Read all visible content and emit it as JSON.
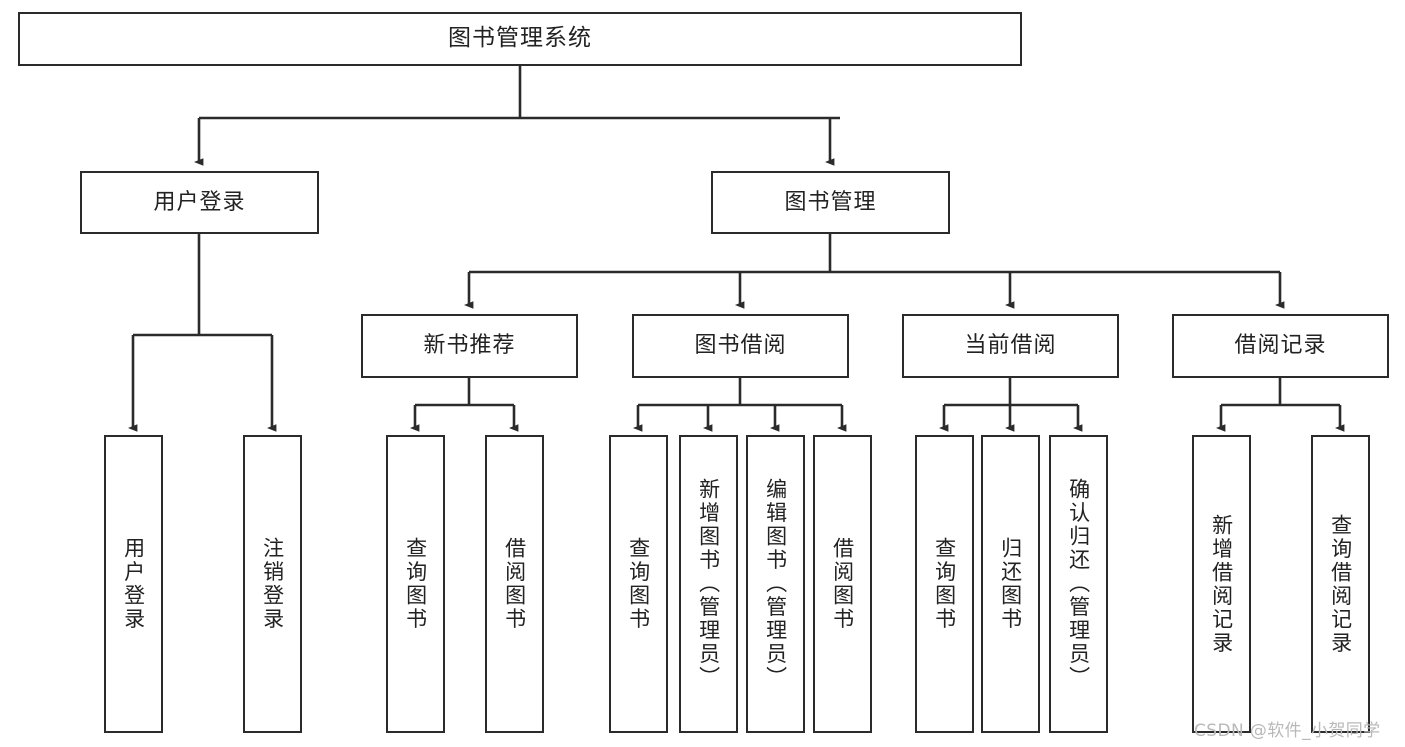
{
  "diagram": {
    "title": "图书管理系统",
    "type": "tree",
    "watermark": "CSDN @软件_小贺同学",
    "colors": {
      "box_border": "#2b2b2b",
      "box_fill": "#ffffff",
      "line": "#2b2b2b",
      "text": "#222222",
      "watermark": "#b9b9b9"
    },
    "nodes": {
      "root": {
        "label": "图书管理系统"
      },
      "level1": [
        {
          "label": "用户登录"
        },
        {
          "label": "图书管理"
        }
      ],
      "level2": [
        {
          "label": "新书推荐"
        },
        {
          "label": "图书借阅"
        },
        {
          "label": "当前借阅"
        },
        {
          "label": "借阅记录"
        }
      ],
      "leaves": {
        "user_login": [
          {
            "label": "用户登录"
          },
          {
            "label": "注销登录"
          }
        ],
        "new_book_recommend": [
          {
            "label": "查询图书"
          },
          {
            "label": "借阅图书"
          }
        ],
        "book_borrow": [
          {
            "label": "查询图书"
          },
          {
            "label": "新增图书（管理员）"
          },
          {
            "label": "编辑图书（管理员）"
          },
          {
            "label": "借阅图书"
          }
        ],
        "current_borrow": [
          {
            "label": "查询图书"
          },
          {
            "label": "归还图书"
          },
          {
            "label": "确认归还（管理员）"
          }
        ],
        "borrow_record": [
          {
            "label": "新增借阅记录"
          },
          {
            "label": "查询借阅记录"
          }
        ]
      }
    }
  }
}
